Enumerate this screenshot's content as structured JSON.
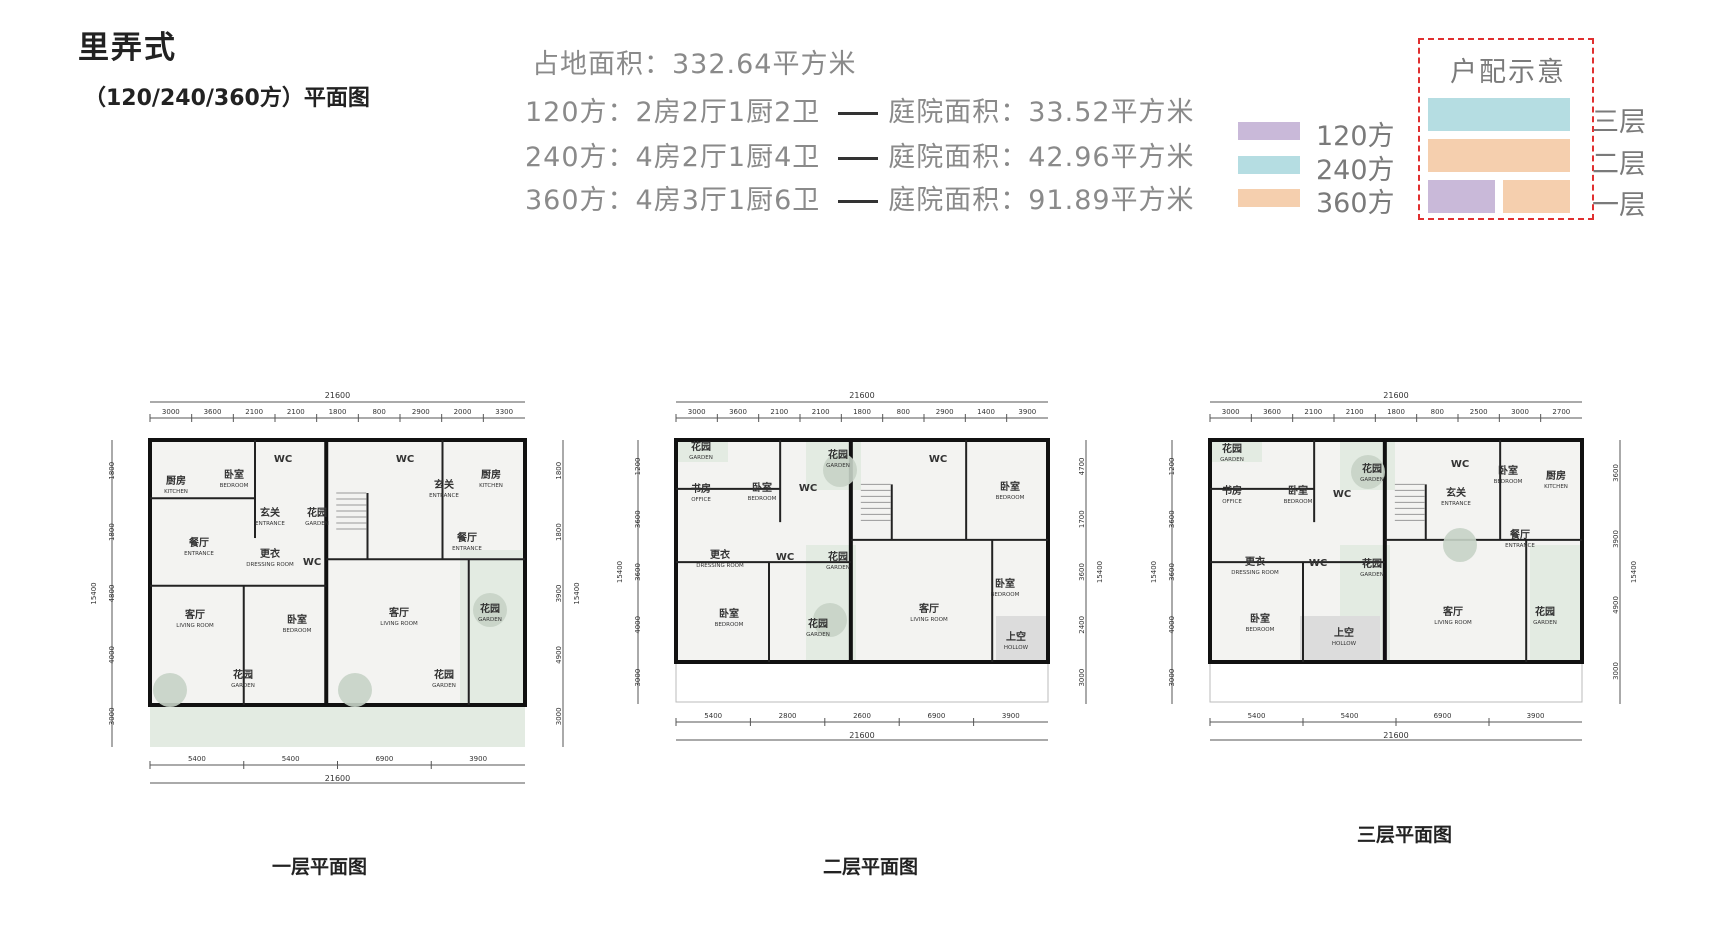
{
  "header": {
    "title": "里弄式",
    "subtitle": "（120/240/360方）平面图"
  },
  "stats": {
    "site_area": "占地面积：332.64平方米",
    "rows": [
      {
        "type": "120方：2房2厅1厨2卫",
        "garden": "庭院面积：33.52平方米"
      },
      {
        "type": "240方：4房2厅1厨4卫",
        "garden": "庭院面积：42.96平方米"
      },
      {
        "type": "360方：4房3厅1厨6卫",
        "garden": "庭院面积：91.89平方米"
      }
    ]
  },
  "legend": [
    {
      "label": "120方",
      "color": "#c9b9d9"
    },
    {
      "label": "240方",
      "color": "#b5dde2"
    },
    {
      "label": "360方",
      "color": "#f5cfae"
    }
  ],
  "allocation": {
    "title": "户配示意",
    "floors": [
      "三层",
      "二层",
      "一层"
    ]
  },
  "plans": [
    {
      "caption": "一层平面图",
      "overall": "21600",
      "top_dims": [
        "3000",
        "3600",
        "2100",
        "2100",
        "1800",
        "800",
        "2900",
        "2000",
        "3300"
      ],
      "bottom_dims": [
        "5400",
        "5400",
        "6900",
        "3900"
      ],
      "left_dims": [
        "1800",
        "1800",
        "4800",
        "4000",
        "3000"
      ],
      "right_dims": [
        "1800",
        "1800",
        "3900",
        "4900",
        "3000"
      ],
      "height": "15400",
      "rooms": [
        {
          "zh": "卧室",
          "en": "BEDROOM"
        },
        {
          "zh": "WC",
          "en": ""
        },
        {
          "zh": "厨房",
          "en": "KITCHEN"
        },
        {
          "zh": "玄关",
          "en": "ENTRANCE"
        },
        {
          "zh": "花园",
          "en": "GARDEN"
        },
        {
          "zh": "餐厅",
          "en": "ENTRANCE"
        },
        {
          "zh": "更衣",
          "en": "DRESSING ROOM"
        },
        {
          "zh": "WC",
          "en": ""
        },
        {
          "zh": "客厅",
          "en": "LIVING ROOM"
        },
        {
          "zh": "卧室",
          "en": "BEDROOM"
        },
        {
          "zh": "客厅",
          "en": "LIVING ROOM"
        },
        {
          "zh": "花园",
          "en": "GARDEN"
        },
        {
          "zh": "花园",
          "en": "GARDEN"
        },
        {
          "zh": "花园",
          "en": "GARDEN"
        },
        {
          "zh": "WC",
          "en": ""
        },
        {
          "zh": "玄关",
          "en": "ENTRANCE"
        },
        {
          "zh": "厨房",
          "en": "KITCHEN"
        },
        {
          "zh": "餐厅",
          "en": "ENTRANCE"
        }
      ]
    },
    {
      "caption": "二层平面图",
      "overall": "21600",
      "top_dims": [
        "3000",
        "3600",
        "2100",
        "2100",
        "1800",
        "800",
        "2900",
        "1400",
        "3900"
      ],
      "bottom_dims": [
        "5400",
        "2800",
        "2600",
        "6900",
        "3900"
      ],
      "left_dims": [
        "1200",
        "3600",
        "3600",
        "4000",
        "3000"
      ],
      "right_dims": [
        "4700",
        "1700",
        "3600",
        "2400",
        "3000"
      ],
      "height": "15400",
      "rooms": [
        {
          "zh": "花园",
          "en": "GARDEN"
        },
        {
          "zh": "书房",
          "en": "OFFICE"
        },
        {
          "zh": "卧室",
          "en": "BEDROOM"
        },
        {
          "zh": "WC",
          "en": ""
        },
        {
          "zh": "花园",
          "en": "GARDEN"
        },
        {
          "zh": "更衣",
          "en": "DRESSING ROOM"
        },
        {
          "zh": "WC",
          "en": ""
        },
        {
          "zh": "花园",
          "en": "GARDEN"
        },
        {
          "zh": "卧室",
          "en": "BEDROOM"
        },
        {
          "zh": "花园",
          "en": "GARDEN"
        },
        {
          "zh": "WC",
          "en": ""
        },
        {
          "zh": "卧室",
          "en": "BEDROOM"
        },
        {
          "zh": "卧室",
          "en": "BEDROOM"
        },
        {
          "zh": "客厅",
          "en": "LIVING ROOM"
        },
        {
          "zh": "上空",
          "en": "HOLLOW"
        }
      ]
    },
    {
      "caption": "三层平面图",
      "overall": "21600",
      "top_dims": [
        "3000",
        "3600",
        "2100",
        "2100",
        "1800",
        "800",
        "2500",
        "3000",
        "2700"
      ],
      "bottom_dims": [
        "5400",
        "5400",
        "6900",
        "3900"
      ],
      "left_dims": [
        "1200",
        "3600",
        "3600",
        "4000",
        "3000"
      ],
      "right_dims": [
        "3600",
        "3900",
        "4900",
        "3000"
      ],
      "height": "15400",
      "rooms": [
        {
          "zh": "花园",
          "en": "GARDEN"
        },
        {
          "zh": "书房",
          "en": "OFFICE"
        },
        {
          "zh": "卧室",
          "en": "BEDROOM"
        },
        {
          "zh": "WC",
          "en": ""
        },
        {
          "zh": "花园",
          "en": "GARDEN"
        },
        {
          "zh": "更衣",
          "en": "DRESSING ROOM"
        },
        {
          "zh": "WC",
          "en": ""
        },
        {
          "zh": "花园",
          "en": "GARDEN"
        },
        {
          "zh": "卧室",
          "en": "BEDROOM"
        },
        {
          "zh": "上空",
          "en": "HOLLOW"
        },
        {
          "zh": "WC",
          "en": ""
        },
        {
          "zh": "玄关",
          "en": "ENTRANCE"
        },
        {
          "zh": "卧室",
          "en": "BEDROOM"
        },
        {
          "zh": "厨房",
          "en": "KITCHEN"
        },
        {
          "zh": "餐厅",
          "en": "ENTRANCE"
        },
        {
          "zh": "客厅",
          "en": "LIVING ROOM"
        },
        {
          "zh": "花园",
          "en": "GARDEN"
        }
      ]
    }
  ]
}
